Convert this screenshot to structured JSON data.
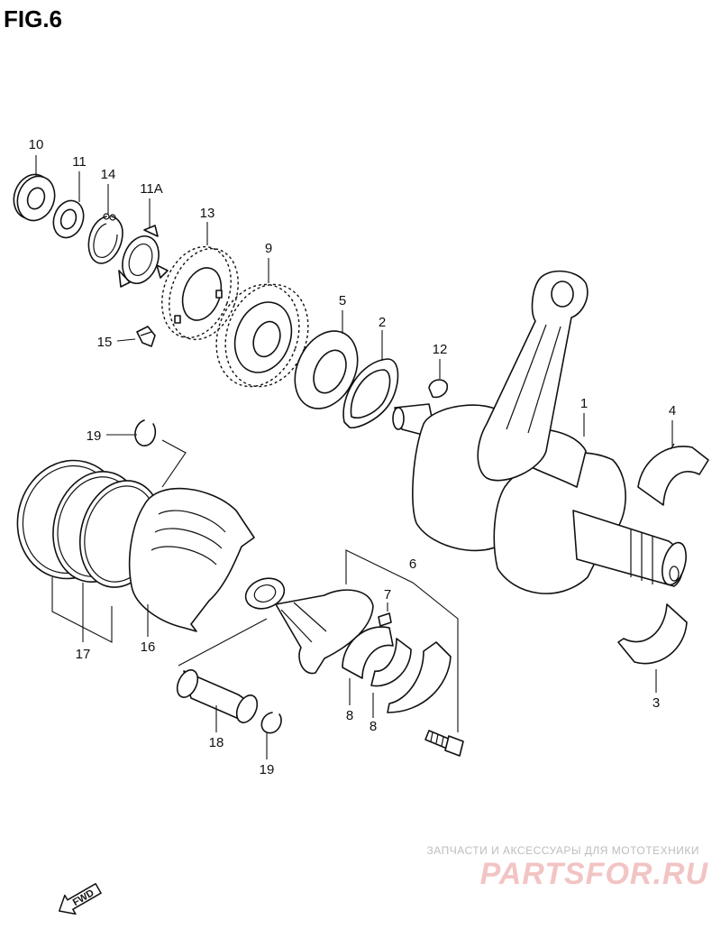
{
  "figure": {
    "title": "FIG.6"
  },
  "callouts": {
    "p1": "1",
    "p2": "2",
    "p3": "3",
    "p4": "4",
    "p5": "5",
    "p6": "6",
    "p7": "7",
    "p8a": "8",
    "p8b": "8",
    "p9": "9",
    "p10": "10",
    "p11": "11",
    "p11a": "11A",
    "p12": "12",
    "p13": "13",
    "p14": "14",
    "p15": "15",
    "p16": "16",
    "p17": "17",
    "p18": "18",
    "p19a": "19",
    "p19b": "19"
  },
  "direction_badge": {
    "label": "FWD",
    "icon": "arrow-left-down-icon"
  },
  "watermark": {
    "tagline": "ЗАПЧАСТИ И АКСЕССУАРЫ ДЛЯ МОТОТЕХНИКИ",
    "brand": "PARTSFOR.RU",
    "brand_color": "#f2c4c4"
  }
}
